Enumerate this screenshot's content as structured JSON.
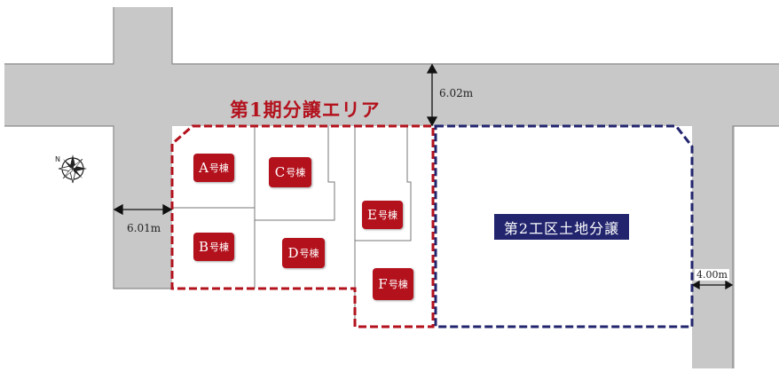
{
  "phase1_title": "第1期分譲エリア",
  "phase2_label": "第2工区土地分譲",
  "lots": [
    {
      "letter": "A",
      "suffix": "号棟"
    },
    {
      "letter": "B",
      "suffix": "号棟"
    },
    {
      "letter": "C",
      "suffix": "号棟"
    },
    {
      "letter": "D",
      "suffix": "号棟"
    },
    {
      "letter": "E",
      "suffix": "号棟"
    },
    {
      "letter": "F",
      "suffix": "号棟"
    }
  ],
  "dimensions": {
    "road_top": "6.02m",
    "road_left": "6.01m",
    "road_right": "4.00m"
  },
  "compass_icon": "compass-rose-icon",
  "colors": {
    "road": "#c8c8c8",
    "road_edge": "#8a8a8a",
    "phase1_border": "#b3121d",
    "phase2_border": "#22256e",
    "lot_label_bg": "#b3121d",
    "phase2_label_bg": "#22256e"
  }
}
